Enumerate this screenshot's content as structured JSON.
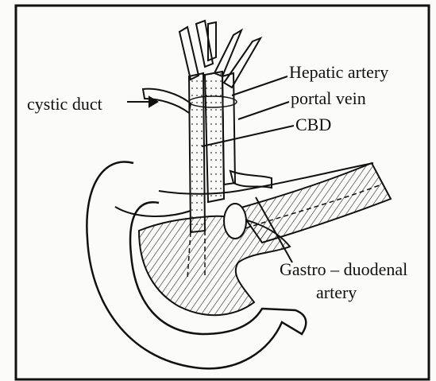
{
  "labels": {
    "cystic_duct": "cystic duct",
    "hepatic_artery": "Hepatic artery",
    "portal_vein": "portal  vein",
    "cbd": "CBD",
    "gastro_duodenal_line1": "Gastro – duodenal",
    "gastro_duodenal_line2": "artery"
  },
  "colors": {
    "ink": "#111111",
    "paper": "#fbfbf9"
  }
}
